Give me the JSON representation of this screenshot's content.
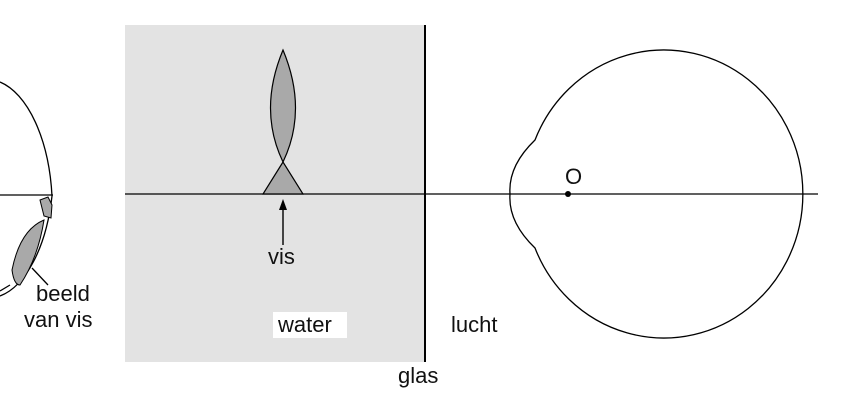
{
  "labels": {
    "image_of_fish": [
      "beeld",
      "van vis"
    ],
    "fish": "vis",
    "water": "water",
    "glass": "glas",
    "air": "lucht",
    "point": "O"
  },
  "colors": {
    "water_fill": "#e3e3e3",
    "fish_fill": "#a9a9a9",
    "line": "#000000"
  }
}
